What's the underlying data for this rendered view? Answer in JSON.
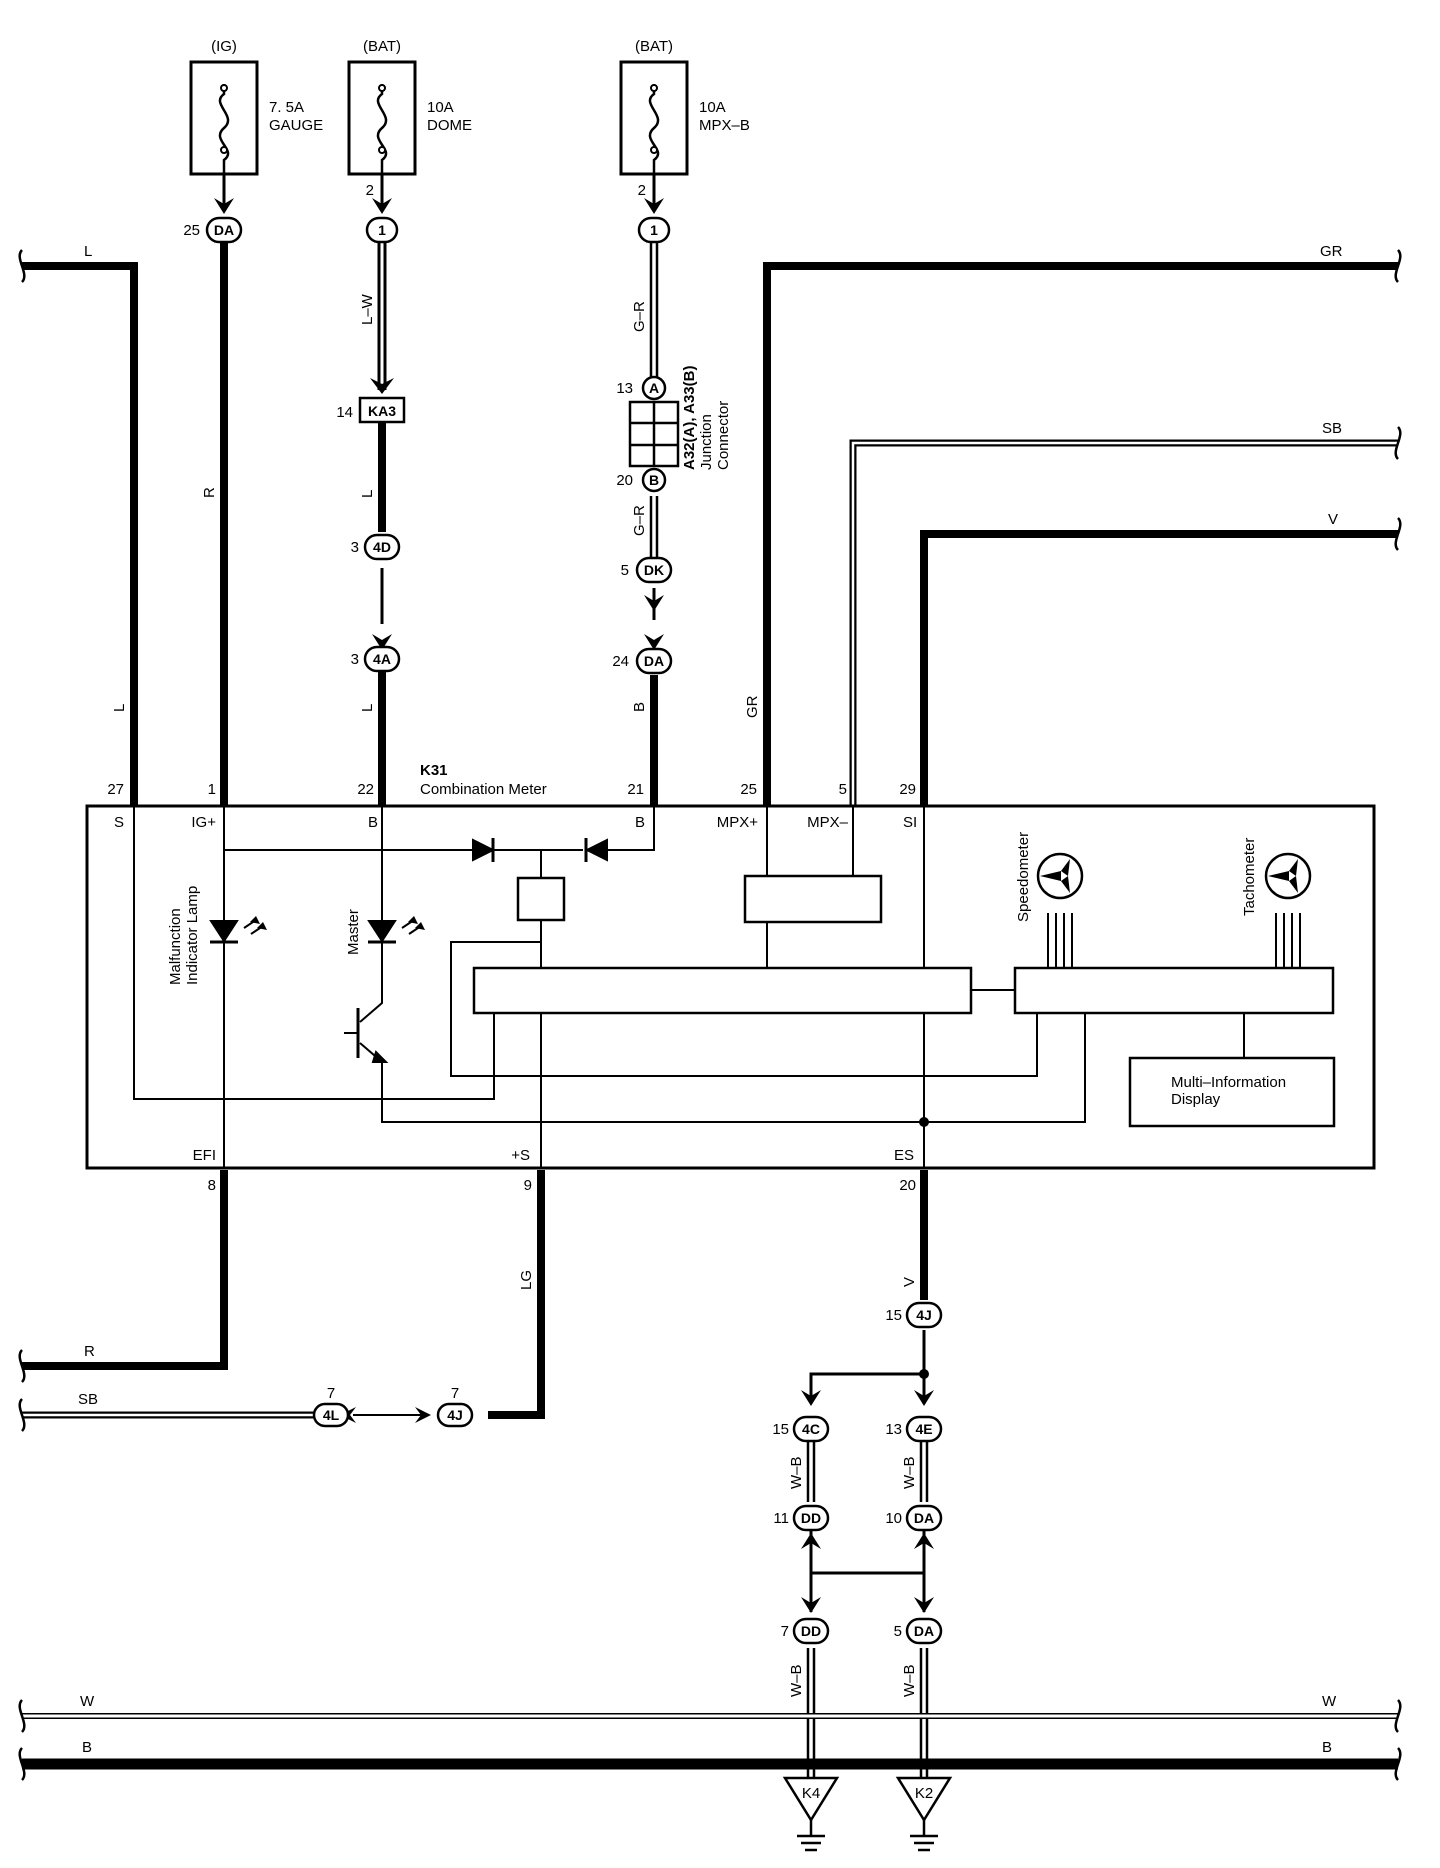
{
  "fuses": [
    {
      "source": "(IG)",
      "rating": "7. 5A",
      "name": "GAUGE",
      "out_pin": "",
      "connector": {
        "pin": "25",
        "code": "DA"
      }
    },
    {
      "source": "(BAT)",
      "rating": "10A",
      "name": "DOME",
      "out_pin": "2",
      "connector": {
        "pin": "",
        "code": "1"
      }
    },
    {
      "source": "(BAT)",
      "rating": "10A",
      "name": "MPX–B",
      "out_pin": "2",
      "connector": {
        "pin": "",
        "code": "1"
      }
    }
  ],
  "wire_colors": {
    "left_top": "L",
    "fuse1_drop": "R",
    "fuse2_drop": "L–W",
    "fuse2_after_ka3": "L",
    "fuse2_after_4a": "L",
    "fuse3_drop": "G–R",
    "fuse3_after_b": "G–R",
    "fuse3_after_da": "B",
    "left_drop": "L",
    "gr_bus": "GR",
    "gr_drop": "GR",
    "sb_bus": "SB",
    "v_bus": "V",
    "efi_out": "R",
    "plus_s_out": "LG",
    "sb_bottom": "SB",
    "es_out": "V",
    "ground_left_1": "W–B",
    "ground_right_1": "W–B",
    "ground_left_2": "W–B",
    "ground_right_2": "W–B",
    "bus_w": "W",
    "bus_b": "B"
  },
  "connectors": {
    "ka3": {
      "pin": "14",
      "code": "KA3"
    },
    "c4d": {
      "pin": "3",
      "code": "4D"
    },
    "c4a": {
      "pin": "3",
      "code": "4A"
    },
    "a_pin": {
      "pin": "13",
      "code": "A"
    },
    "b_pin": {
      "pin": "20",
      "code": "B"
    },
    "dk": {
      "pin": "5",
      "code": "DK"
    },
    "da24": {
      "pin": "24",
      "code": "DA"
    },
    "c4j_15": {
      "pin": "15",
      "code": "4J"
    },
    "c4c": {
      "pin": "15",
      "code": "4C"
    },
    "c4e": {
      "pin": "13",
      "code": "4E"
    },
    "dd11": {
      "pin": "11",
      "code": "DD"
    },
    "da10": {
      "pin": "10",
      "code": "DA"
    },
    "dd7": {
      "pin": "7",
      "code": "DD"
    },
    "da5": {
      "pin": "5",
      "code": "DA"
    },
    "c4l": {
      "pin": "7",
      "code": "4L"
    },
    "c4j_7": {
      "pin": "7",
      "code": "4J"
    }
  },
  "junction_connector": {
    "id": "A32(A), A33(B)",
    "line1": "Junction",
    "line2": "Connector"
  },
  "meter": {
    "id": "K31",
    "name": "Combination Meter",
    "top_pins": [
      {
        "num": "27",
        "term": "S"
      },
      {
        "num": "1",
        "term": "IG+"
      },
      {
        "num": "22",
        "term": "B"
      },
      {
        "num": "21",
        "term": "B"
      },
      {
        "num": "25",
        "term": "MPX+"
      },
      {
        "num": "5",
        "term": "MPX–"
      },
      {
        "num": "29",
        "term": "SI"
      }
    ],
    "bottom_pins": [
      {
        "num": "8",
        "term": "EFI"
      },
      {
        "num": "9",
        "term": "+S"
      },
      {
        "num": "20",
        "term": "ES"
      }
    ],
    "malfunction_lamp": {
      "line1": "Malfunction",
      "line2": "Indicator Lamp"
    },
    "master": "Master",
    "speedometer": "Speedometer",
    "tachometer": "Tachometer",
    "mid": {
      "line1": "Multi–Information",
      "line2": "Display"
    }
  },
  "grounds": [
    {
      "code": "K4"
    },
    {
      "code": "K2"
    }
  ]
}
